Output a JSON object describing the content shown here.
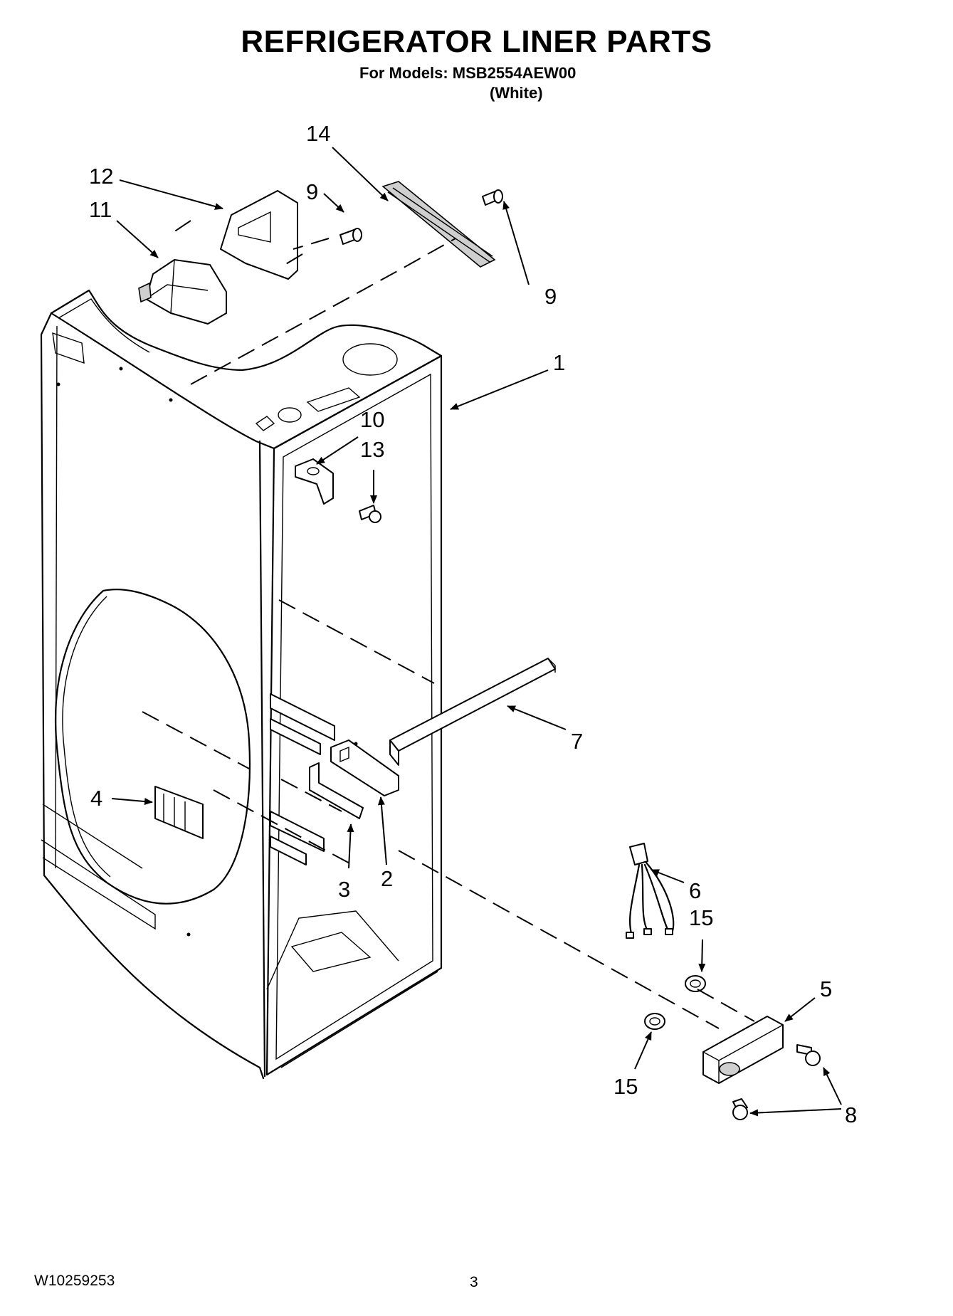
{
  "header": {
    "title": "REFRIGERATOR LINER PARTS",
    "models_line": "For Models: MSB2554AEW00",
    "color_note": "(White)"
  },
  "footer": {
    "document_number": "W10259253",
    "page_number": "3"
  },
  "callouts": [
    "1",
    "2",
    "3",
    "4",
    "5",
    "6",
    "7",
    "8",
    "9",
    "9",
    "10",
    "11",
    "12",
    "13",
    "14",
    "15",
    "15"
  ]
}
